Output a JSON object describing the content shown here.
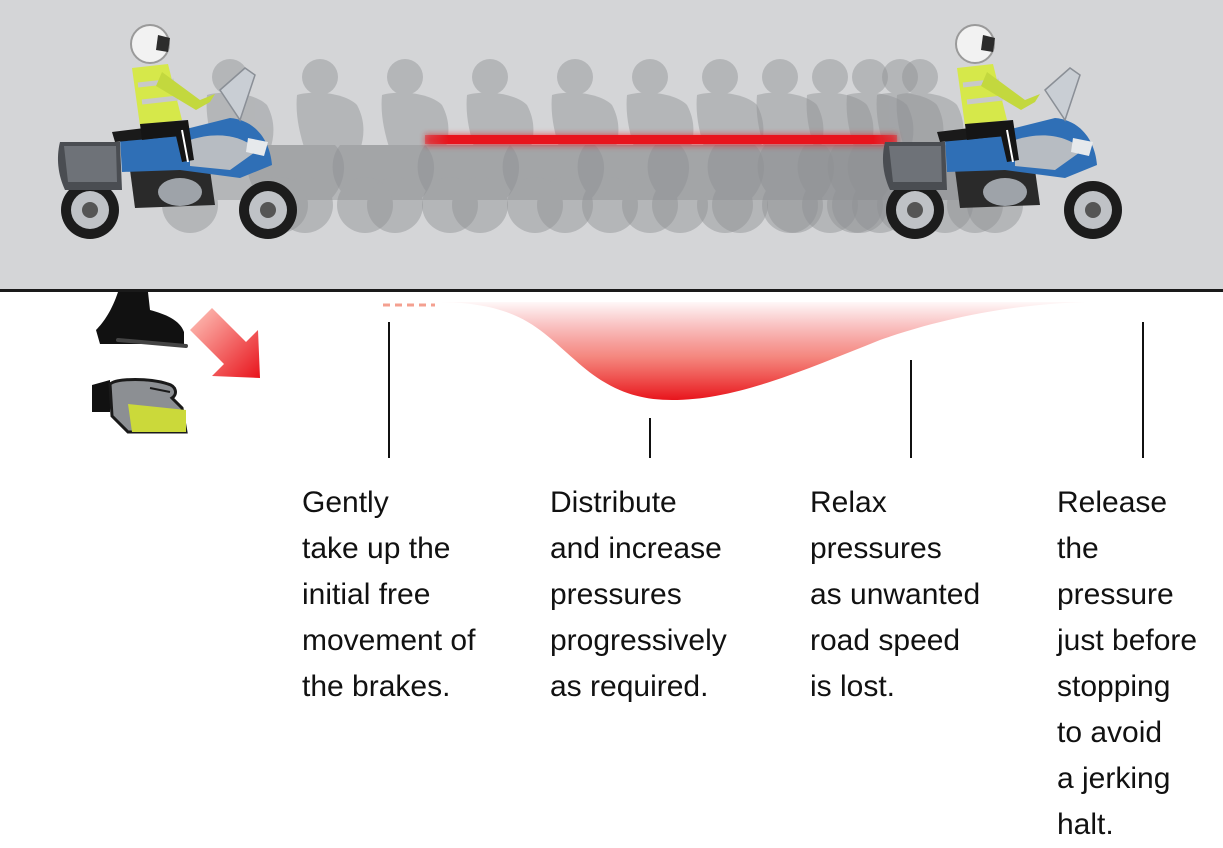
{
  "steps": [
    {
      "text": "Gently\ntake up the\ninitial free\nmovement of\nthe brakes."
    },
    {
      "text": "Distribute\nand increase\npressures\nprogressively\nas required."
    },
    {
      "text": "Relax\npressures\nas unwanted\nroad speed\nis lost."
    },
    {
      "text": "Release\nthe\npressure\njust before\nstopping\nto avoid\na jerking\nhalt."
    }
  ],
  "colors": {
    "road": "#d4d5d7",
    "brake_red": "#e8141c",
    "motorcycle_blue": "#2f6fb6",
    "hi_vis": "#d6e84a",
    "ghost": "#8f9194"
  },
  "icons": [
    "motorcycle-icon",
    "rider-icon",
    "boot-icon",
    "glove-icon",
    "arrow-icon"
  ]
}
